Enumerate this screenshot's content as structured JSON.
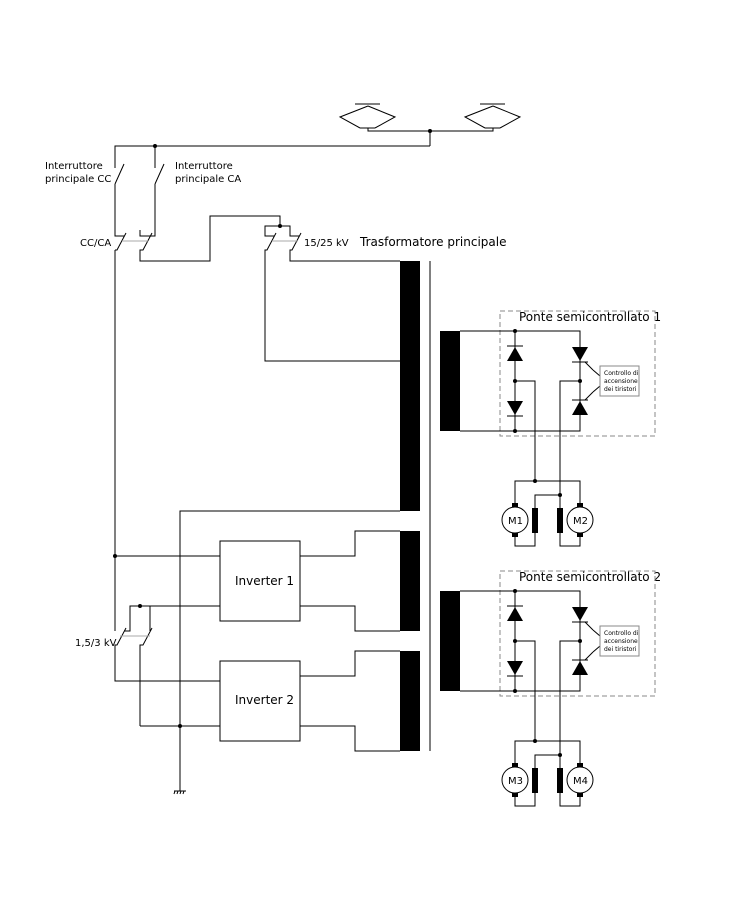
{
  "labels": {
    "main_switch_dc": [
      "Interruttore",
      "principale CC"
    ],
    "main_switch_ac": [
      "Interruttore",
      "principale CA"
    ],
    "cc_ca": "CC/CA",
    "voltage_15_25": "15/25 kV",
    "main_transformer": "Trasformatore principale",
    "voltage_1_5_3": "1,5/3 kV",
    "inverter_1": "Inverter 1",
    "inverter_2": "Inverter 2",
    "bridge_1": "Ponte semicontrollato 1",
    "bridge_2": "Ponte semicontrollato 2",
    "thyristor_control": [
      "Controllo di",
      "accensione",
      "dei tiristori"
    ],
    "motors": [
      "M1",
      "M2",
      "M3",
      "M4"
    ]
  },
  "icons": [
    "pantograph-icon",
    "switch-icon",
    "ground-icon",
    "diode-icon",
    "thyristor-icon",
    "motor-icon"
  ],
  "colors": {
    "line": "#000000",
    "dashed_box": "#888888",
    "background": "#ffffff"
  }
}
